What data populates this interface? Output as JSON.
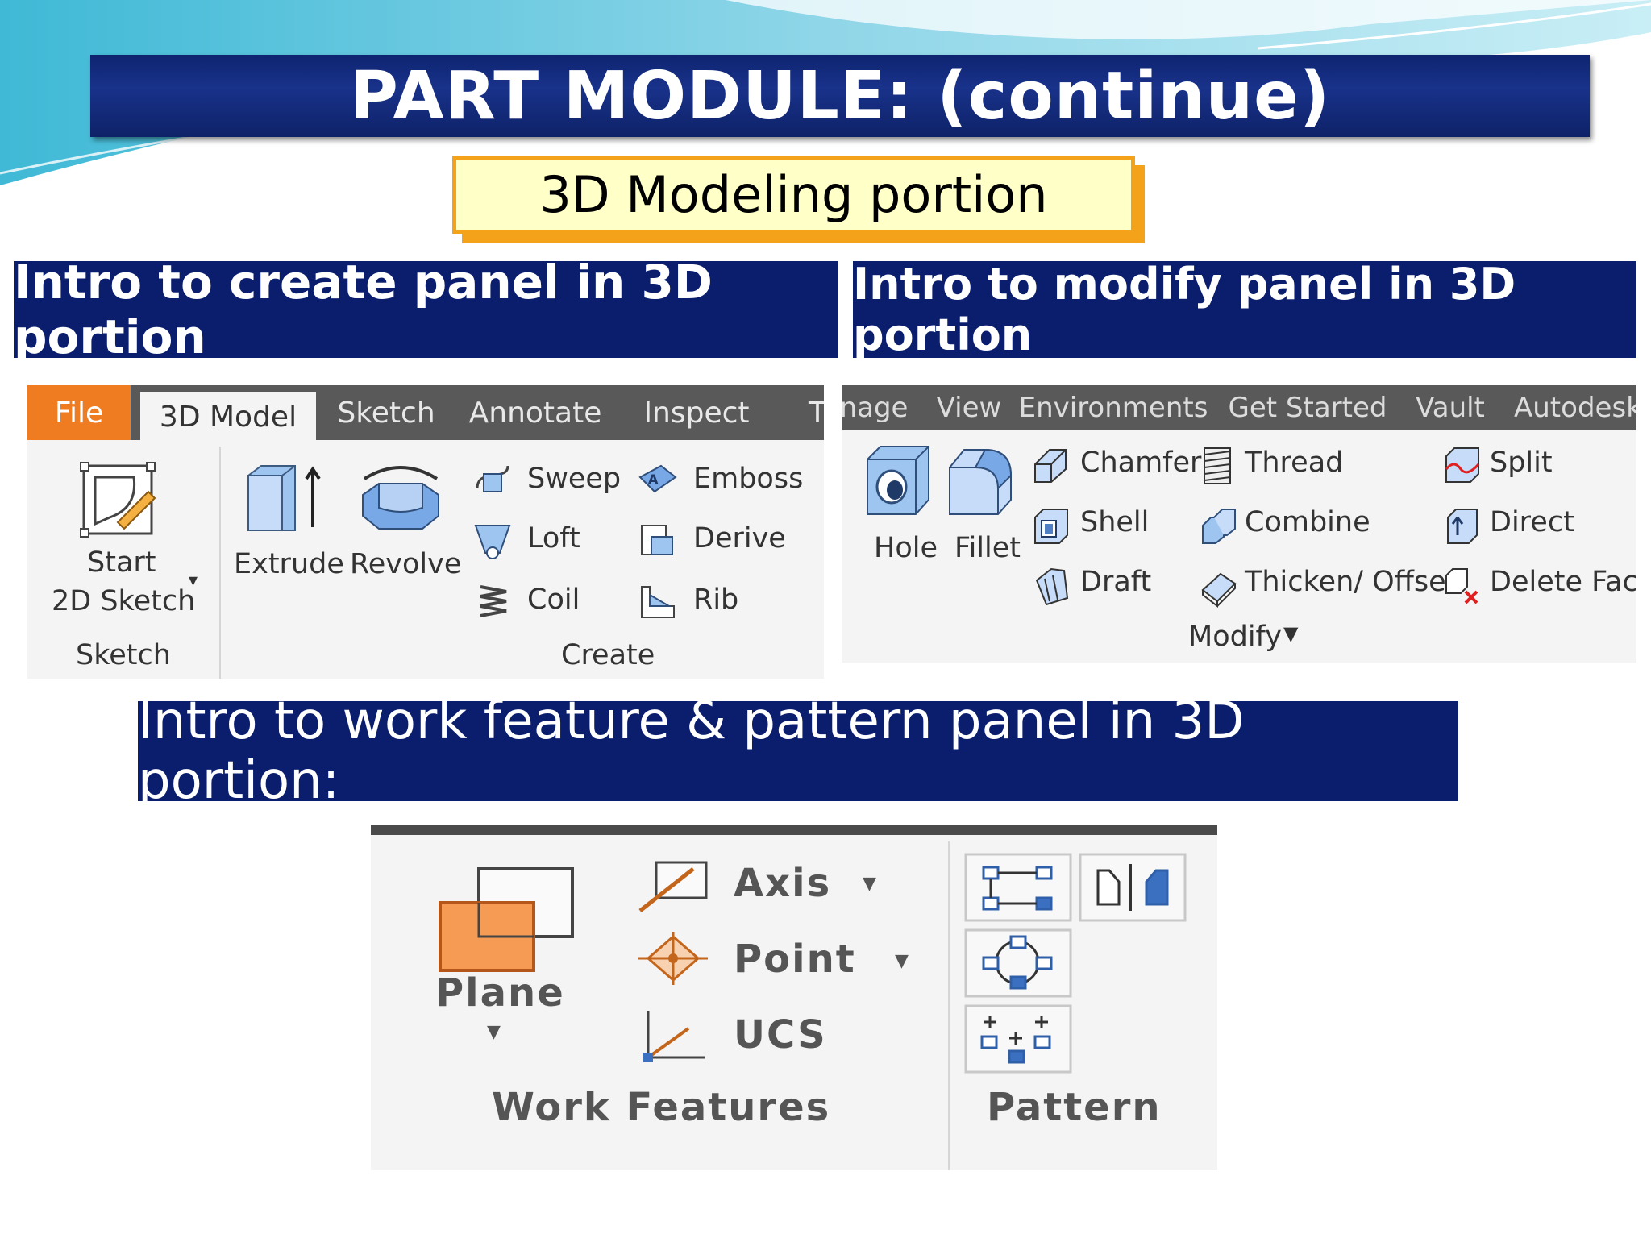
{
  "title": "PART MODULE: (continue)",
  "subtitle": "3D Modeling portion",
  "banners": {
    "create": "Intro to create panel in 3D portion",
    "modify": "Intro to modify panel in 3D portion",
    "work": "Intro to work feature & pattern panel in 3D portion:"
  },
  "ribbon_create": {
    "tabs": [
      "File",
      "3D Model",
      "Sketch",
      "Annotate",
      "Inspect",
      "T"
    ],
    "start_sketch_line1": "Start",
    "start_sketch_line2": "2D Sketch",
    "sketch_group": "Sketch",
    "extrude": "Extrude",
    "revolve": "Revolve",
    "sweep": "Sweep",
    "loft": "Loft",
    "coil": "Coil",
    "emboss": "Emboss",
    "derive": "Derive",
    "rib": "Rib",
    "create_group": "Create"
  },
  "ribbon_modify": {
    "tabs": [
      "nage",
      "View",
      "Environments",
      "Get Started",
      "Vault",
      "Autodesk A"
    ],
    "hole": "Hole",
    "fillet": "Fillet",
    "chamfer": "Chamfer",
    "shell": "Shell",
    "draft": "Draft",
    "thread": "Thread",
    "combine": "Combine",
    "thicken": "Thicken/ Offset",
    "split": "Split",
    "direct": "Direct",
    "delete_face": "Delete Face",
    "modify_group": "Modify"
  },
  "ribbon_work": {
    "plane": "Plane",
    "axis": "Axis",
    "point": "Point",
    "ucs": "UCS",
    "work_group": "Work Features",
    "pattern_group": "Pattern"
  },
  "colors": {
    "banner": "#0b1e6e",
    "title_bar": "#19328a",
    "subtitle_fill": "#ffffc8",
    "subtitle_border": "#f4a21a",
    "file_tab": "#f07c22",
    "ribbon_tabs": "#595959"
  }
}
